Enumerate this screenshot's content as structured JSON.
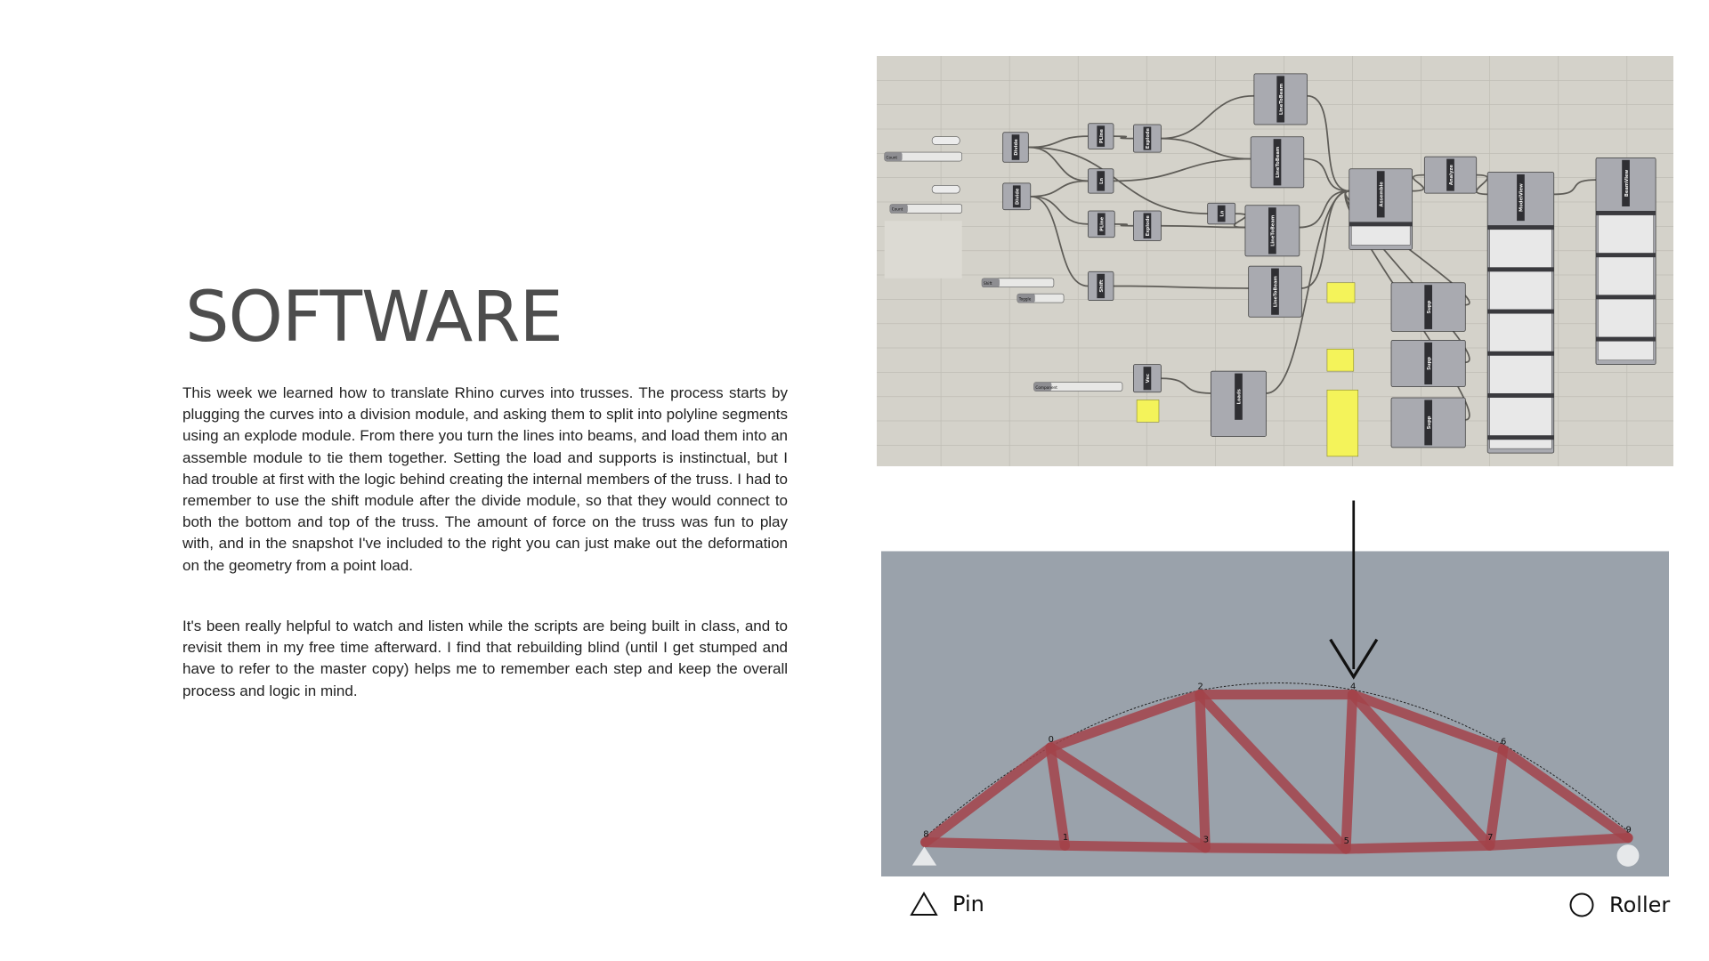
{
  "title": "SOFTWARE",
  "paragraphs": [
    "This week we learned how to translate Rhino curves into trusses. The process starts by plugging the curves into a division module, and asking them to split into polyline segments using an explode module. From there you turn the lines into beams, and load them into an assemble module to tie them together. Setting the load and supports is instinctual, but I had trouble at first with the logic behind creating the internal members of the truss. I had to remember to use the shift module after the divide module, so that they would connect to both the bottom and top of the truss. The amount of force on the truss was fun to play with, and in the snapshot I've included to the right you can just make out the deformation on the geometry from a point load.",
    "It's been really helpful to watch and listen while the scripts are being built in class, and to revisit them in my free time afterward. I find that rebuilding blind (until I get stumped and have to refer to the master copy) helps me to remember each step and keep the overall process and logic in mind."
  ],
  "grasshopper": {
    "components": [
      "LineToBeam",
      "LineToBeam",
      "LineToBeam",
      "LineToBeam",
      "Divide",
      "Divide",
      "PLine",
      "Explode",
      "Ln",
      "PLine",
      "Explode",
      "Ln",
      "Shift",
      "Assemble",
      "Analyze",
      "ModelView",
      "BeamView",
      "Supp",
      "Supp",
      "Supp",
      "Loads",
      "Vec"
    ],
    "sliders": [
      "Count",
      "Count",
      "Shift",
      "Component",
      "Toggle"
    ]
  },
  "truss": {
    "node_labels": [
      "8",
      "0",
      "1",
      "2",
      "3",
      "4",
      "5",
      "6",
      "7",
      "9"
    ],
    "colors": {
      "background": "#9aa2ab",
      "beam": "#a3434a",
      "support": "#e6e8ea"
    }
  },
  "legend": {
    "pin": "Pin",
    "roller": "Roller"
  }
}
